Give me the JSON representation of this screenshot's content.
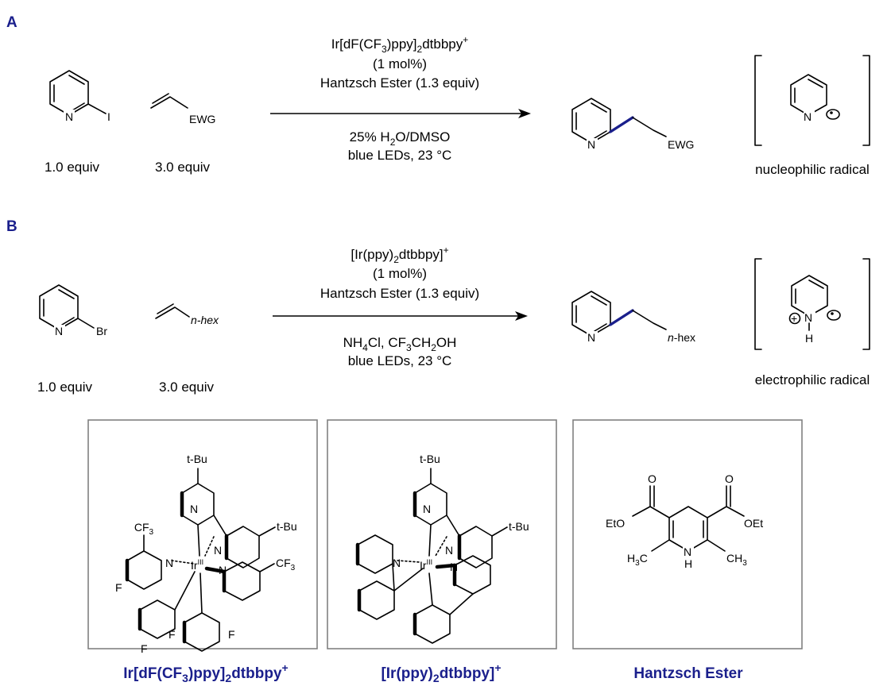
{
  "sections": {
    "a": {
      "label": "A",
      "reagent1_atom": "I",
      "reagent1_equiv": "1.0 equiv",
      "reagent2_group": "EWG",
      "reagent2_equiv": "3.0 equiv",
      "catalyst_line_main": "Ir[dF(CF",
      "catalyst_line_sub1": "3",
      "catalyst_line_mid": ")ppy]",
      "catalyst_line_sub2": "2",
      "catalyst_line_end": "dtbbpy",
      "catalyst_line_sup": "+",
      "loading": "(1 mol%)",
      "reductant": "Hantzsch Ester (1.3 equiv)",
      "solvent_pre": "25% H",
      "solvent_sub": "2",
      "solvent_post": "O/DMSO",
      "conditions": "blue LEDs, 23 °C",
      "product_group": "EWG",
      "radical_label": "nucleophilic radical"
    },
    "b": {
      "label": "B",
      "reagent1_atom": "Br",
      "reagent1_equiv": "1.0 equiv",
      "reagent2_group": "n-hex",
      "reagent2_equiv": "3.0 equiv",
      "catalyst_line_main": "[Ir(ppy)",
      "catalyst_line_sub": "2",
      "catalyst_line_end": "dtbbpy]",
      "catalyst_line_sup": "+",
      "loading": "(1 mol%)",
      "reductant": "Hantzsch Ester (1.3 equiv)",
      "additive_pre": "NH",
      "additive_sub1": "4",
      "additive_mid": "Cl, CF",
      "additive_sub2": "3",
      "additive_mid2": "CH",
      "additive_sub3": "2",
      "additive_post": "OH",
      "conditions": "blue LEDs, 23 °C",
      "product_group_italic": "n",
      "product_group_rest": "-hex",
      "radical_label": "electrophilic radical"
    }
  },
  "atoms": {
    "nitrogen": "N",
    "hydrogen": "H",
    "iridium": "Ir",
    "iridium_ox": "III",
    "fluorine": "F",
    "tbu": "t-Bu",
    "cf3_main": "CF",
    "cf3_sub": "3",
    "carbonyl_o": "O",
    "ester": "EtO",
    "ester_r": "OEt",
    "methyl_h": "H",
    "methyl_sub": "3",
    "methyl_c": "C",
    "methyl_r": "CH",
    "plus": "+"
  },
  "captions": {
    "cat1_pre": "Ir[dF(CF",
    "cat1_sub1": "3",
    "cat1_mid": ")ppy]",
    "cat1_sub2": "2",
    "cat1_end": "dtbbpy",
    "cat1_sup": "+",
    "cat2_pre": "[Ir(ppy)",
    "cat2_sub": "2",
    "cat2_end": "dtbbpy]",
    "cat2_sup": "+",
    "hantzsch": "Hantzsch Ester"
  }
}
